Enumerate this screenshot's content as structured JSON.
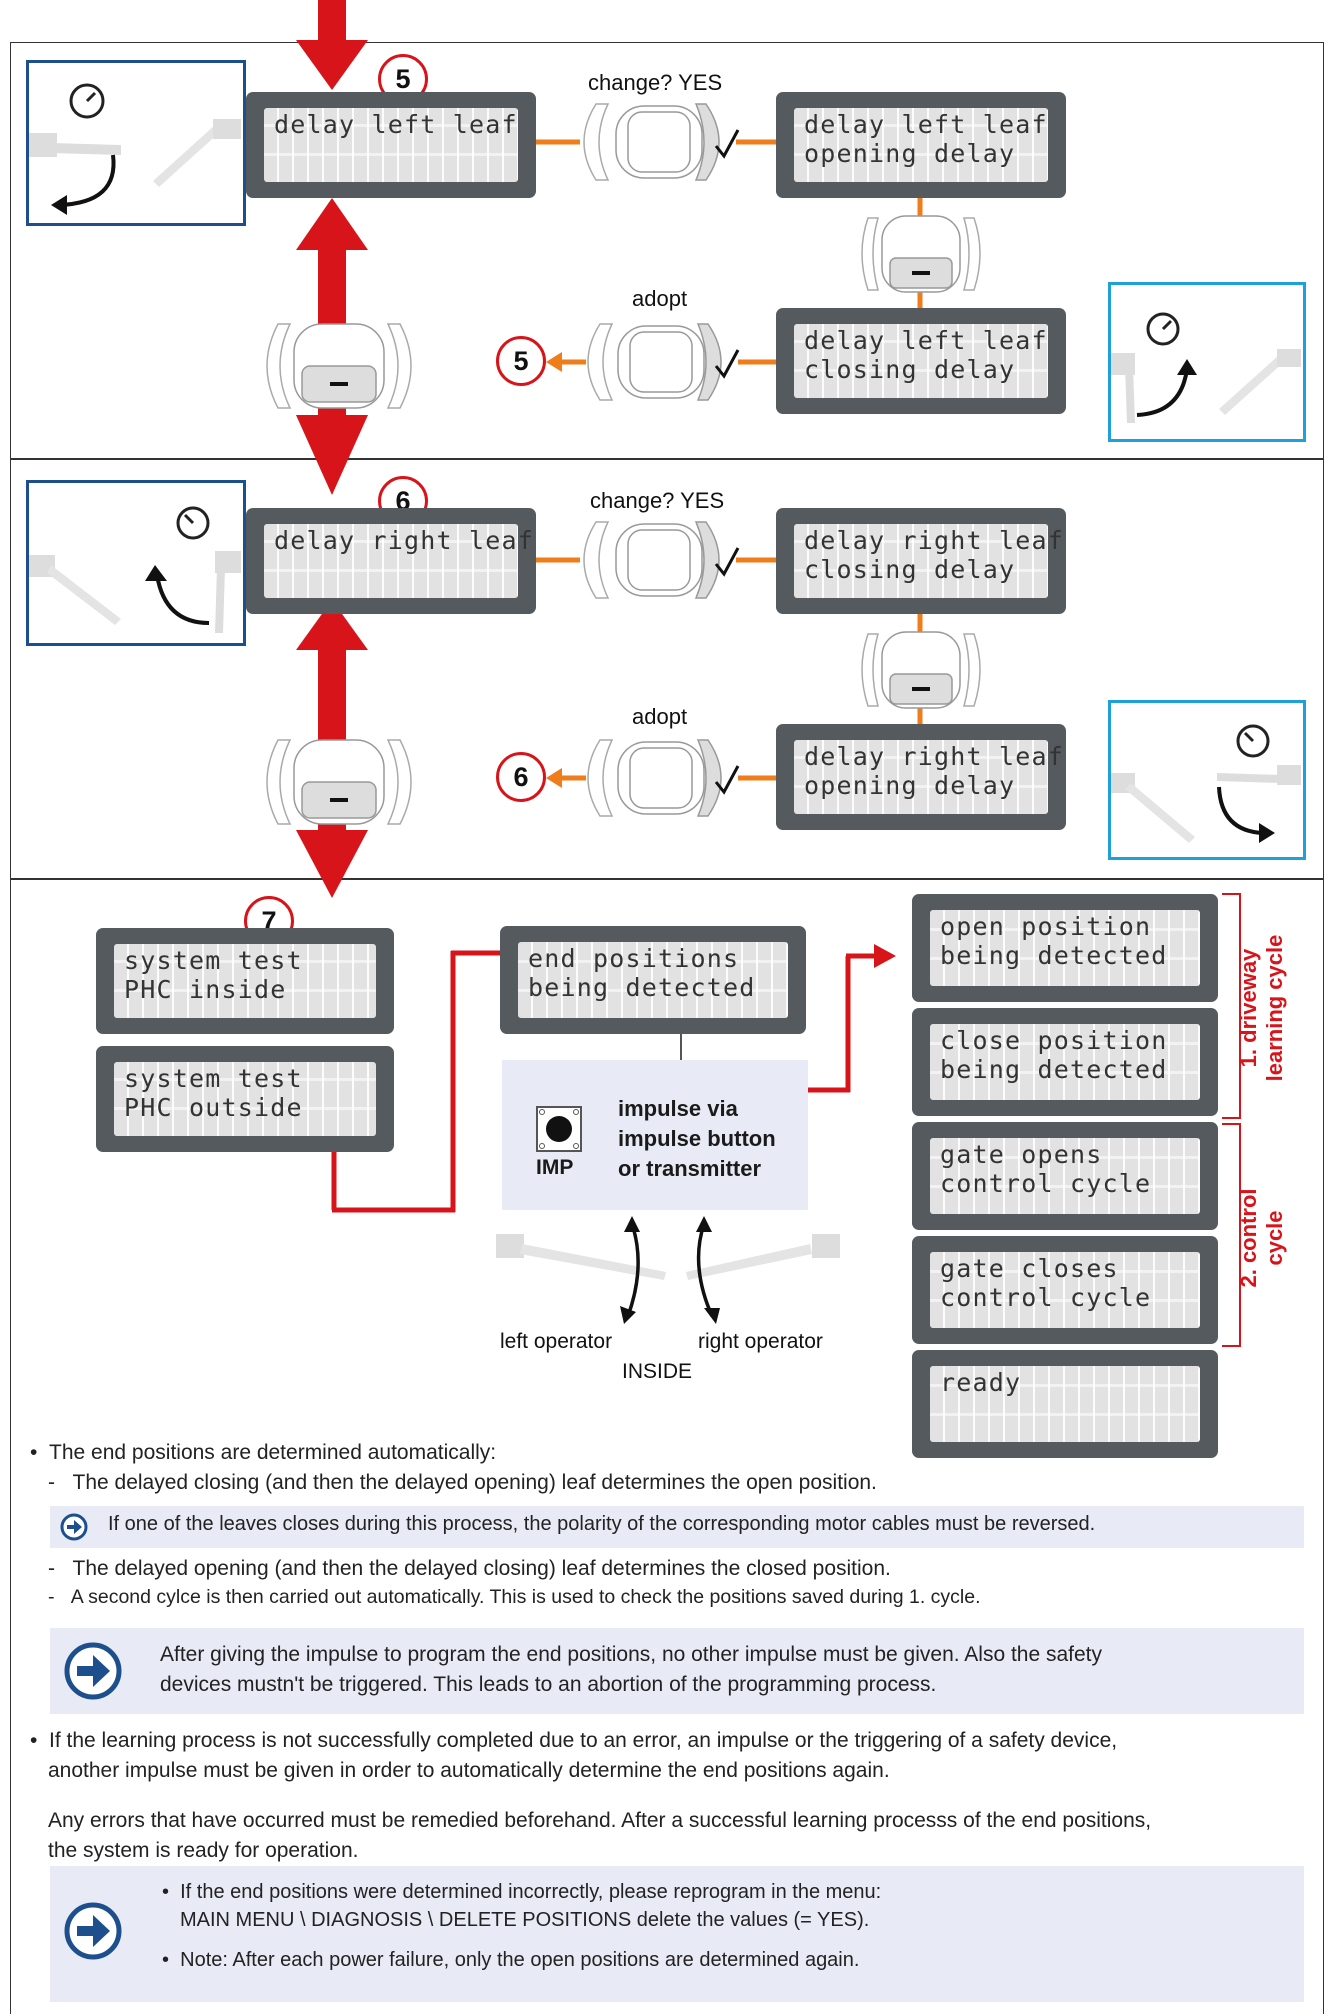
{
  "steps": {
    "s5": "5",
    "s6": "6",
    "s7": "7"
  },
  "labels": {
    "change_yes_1": "change? YES",
    "adopt_1": "adopt",
    "change_yes_2": "change? YES",
    "adopt_2": "adopt",
    "back5": "5",
    "back6": "6",
    "left_operator": "left operator",
    "right_operator": "right operator",
    "inside": "INSIDE",
    "imp": "IMP",
    "impulse_text": [
      "impulse via",
      "impulse button",
      "or transmitter"
    ],
    "driveway_cycle": "1. driveway learning cycle",
    "driveway_line1": "1. driveway",
    "driveway_line2": "learning cycle",
    "control_line1": "2. control",
    "control_line2": "cycle"
  },
  "displays": {
    "d_left_main": [
      "delay left leaf",
      ""
    ],
    "d_left_open": [
      "delay left leaf",
      "opening delay"
    ],
    "d_left_close": [
      "delay left leaf",
      "closing delay"
    ],
    "d_right_main": [
      "delay right leaf",
      ""
    ],
    "d_right_close": [
      "delay right leaf",
      "closing delay"
    ],
    "d_right_open": [
      "delay right leaf",
      "opening delay"
    ],
    "d_sys_in": [
      "system test",
      "PHC inside"
    ],
    "d_sys_out": [
      "system test",
      "PHC outside"
    ],
    "d_end": [
      "end positions",
      "being detected"
    ],
    "d_open_pos": [
      "open position",
      "being detected"
    ],
    "d_close_pos": [
      "close position",
      "being detected"
    ],
    "d_gate_opens": [
      "gate opens",
      "control cycle"
    ],
    "d_gate_closes": [
      "gate closes",
      "control cycle"
    ],
    "d_ready": [
      "ready",
      ""
    ]
  },
  "text": {
    "b1": "The end positions are determined automatically:",
    "b1_d1": "The delayed closing (and then the delayed opening) leaf determines the open position.",
    "n1": "If one of the leaves closes during this process, the polarity of the corresponding motor cables must be reversed.",
    "b1_d2": "The delayed opening (and then the delayed closing) leaf determines the closed position.",
    "b1_d3": "A second cylce is then carried out automatically. This is used to check the positions saved during 1. cycle.",
    "n2_l1": "After giving the impulse to program the end positions, no other impulse must be given. Also the safety",
    "n2_l2": "devices mustn't be triggered. This leads to an abortion of the programming process.",
    "b2_l1": "If the learning process is not successfully completed due to an error, an impulse or the triggering of a safety device,",
    "b2_l2": "another impulse must be given in order to automatically determine the end positions again.",
    "p1_l1": "Any errors that have occurred must be remedied beforehand. After a successful learning processs of the end positions,",
    "p1_l2": "the system is ready for operation.",
    "n3_l1": "If the end positions were determined incorrectly, please reprogram in the  menu:",
    "n3_l2": "MAIN MENU \\ DIAGNOSIS \\ DELETE POSITIONS delete the values (= YES).",
    "n3_l3": "Note: After each power failure, only the open positions are determined again."
  },
  "colors": {
    "red": "#d7141a",
    "orange": "#ee7d1a",
    "dark_blue": "#1c4f8c",
    "light_blue": "#1ea0d8",
    "panel": "#e8ebf5",
    "lcd": "#555a5e"
  },
  "icons": [
    "gauge-icon",
    "gate-leaf-icon",
    "curved-arrow-icon",
    "push-button-icon",
    "info-arrow-icon",
    "checkmark-icon",
    "minus-icon"
  ]
}
